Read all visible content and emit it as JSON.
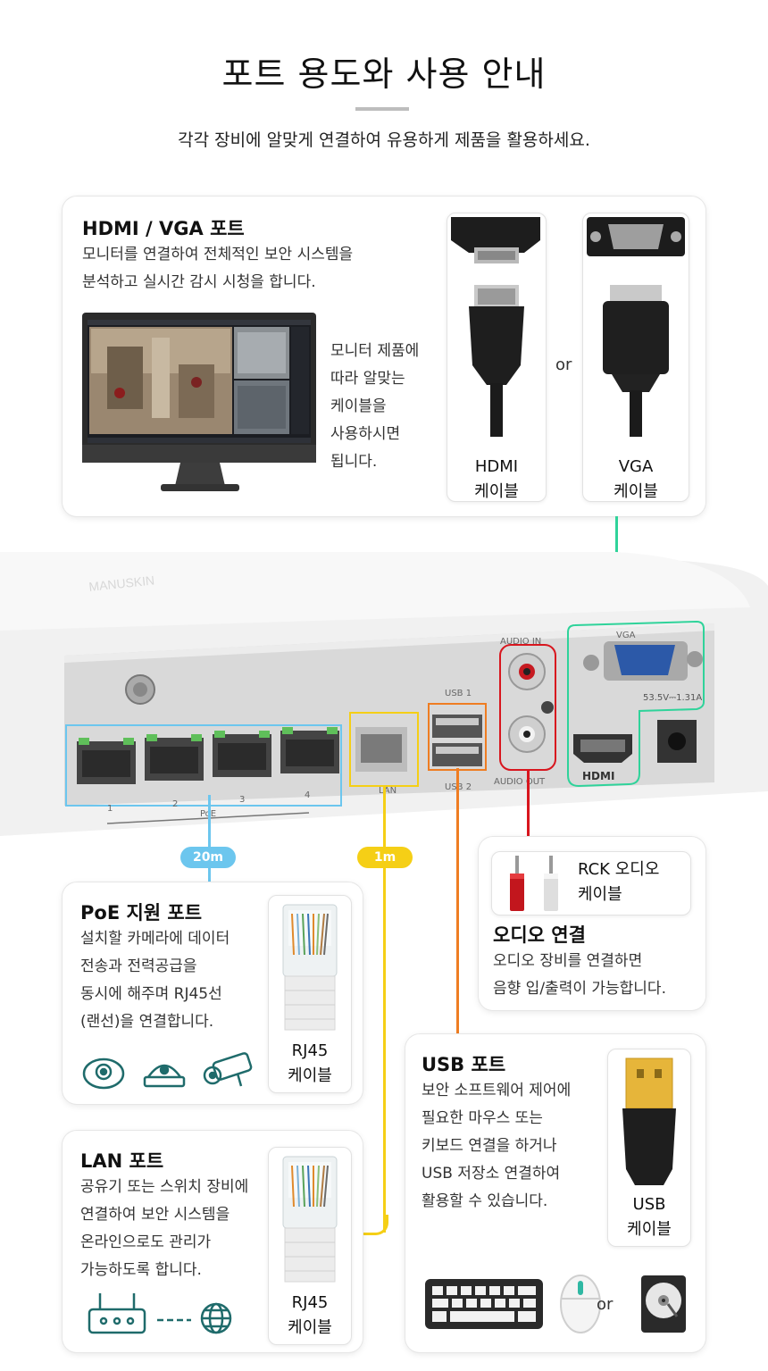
{
  "header": {
    "title": "포트 용도와 사용 안내",
    "subtitle": "각각 장비에 알맞게 연결하여 유용하게 제품을 활용하세요."
  },
  "hdmi_vga": {
    "title": "HDMI / VGA 포트",
    "desc_lines": [
      "모니터를 연결하여 전체적인 보안 시스템을",
      "분석하고 실시간 감시 시청을 합니다."
    ],
    "note_lines": [
      "모니터 제품에",
      "따라 알맞는",
      "케이블을",
      "사용하시면",
      "됩니다."
    ],
    "hdmi_label": [
      "HDMI",
      "케이블"
    ],
    "or_text": "or",
    "vga_label": [
      "VGA",
      "케이블"
    ]
  },
  "device": {
    "audio_in": "AUDIO IN",
    "audio_out": "AUDIO OUT",
    "usb1": "USB 1",
    "usb2": "USB 2",
    "vga": "VGA",
    "power": "53.5V⎓1.31A",
    "hdmi_logo": "HDMI",
    "lan": "LAN",
    "poe": "PoE",
    "port_numbers": [
      "1",
      "2",
      "3",
      "4"
    ]
  },
  "badges": {
    "poe_len": "20m",
    "lan_len": "1m"
  },
  "audio": {
    "cable_label": [
      "RCK 오디오",
      "케이블"
    ],
    "title": "오디오 연결",
    "desc_lines": [
      "오디오 장비를 연결하면",
      "음향 입/출력이 가능합니다."
    ]
  },
  "poe": {
    "title": "PoE 지원 포트",
    "desc_lines": [
      "설치할 카메라에 데이터",
      "전송과 전력공급을",
      "동시에 해주며 RJ45선",
      "(랜선)을 연결합니다."
    ],
    "cable_label": [
      "RJ45",
      "케이블"
    ]
  },
  "usb": {
    "title": "USB 포트",
    "desc_lines": [
      "보안 소프트웨어 제어에",
      "필요한 마우스 또는",
      "키보드 연결을 하거나",
      "USB 저장소 연결하여",
      "활용할 수 있습니다."
    ],
    "cable_label": [
      "USB",
      "케이블"
    ],
    "or_text": "or"
  },
  "lan": {
    "title": "LAN 포트",
    "desc_lines": [
      "공유기 또는 스위치 장비에",
      "연결하여 보안 시스템을",
      "온라인으로도 관리가",
      "가능하도록 합니다."
    ],
    "cable_label": [
      "RJ45",
      "케이블"
    ]
  },
  "colors": {
    "green": "#2fd39a",
    "blue": "#6cc6ee",
    "yellow": "#f5cf16",
    "orange": "#ef7d22",
    "red": "#d8161e"
  }
}
